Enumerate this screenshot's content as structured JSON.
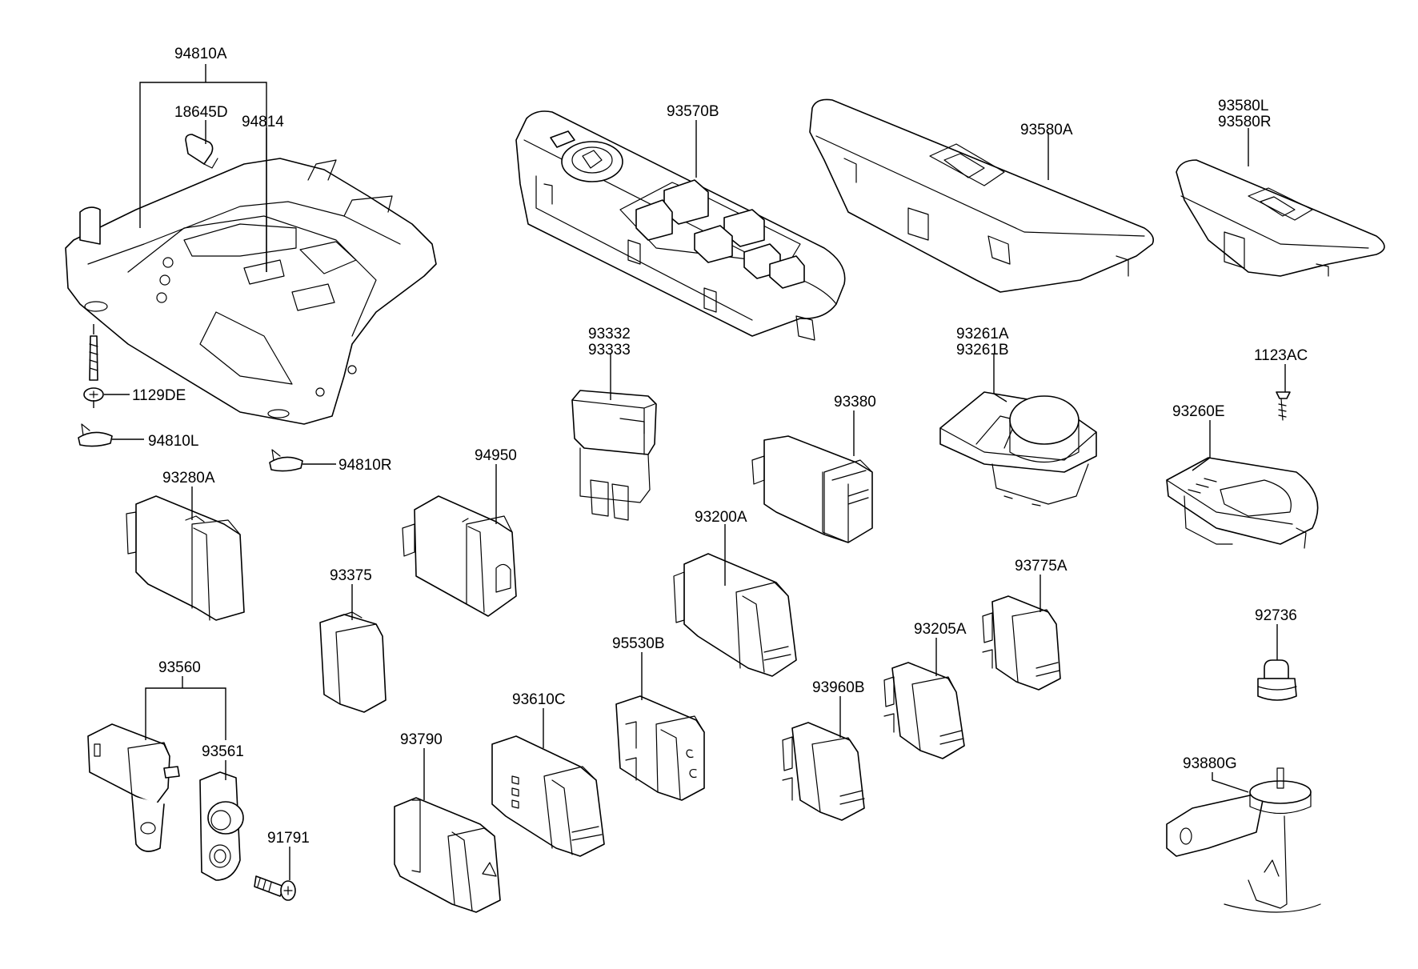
{
  "labels": {
    "p94810A": "94810A",
    "p18645D": "18645D",
    "p94814": "94814",
    "p1129DE": "1129DE",
    "p94810L": "94810L",
    "p94810R": "94810R",
    "p93570B": "93570B",
    "p93580A": "93580A",
    "p93580L": "93580L",
    "p93580R": "93580R",
    "p93332": "93332",
    "p93333": "93333",
    "p93261A": "93261A",
    "p93261B": "93261B",
    "p1123AC": "1123AC",
    "p93380": "93380",
    "p93260E": "93260E",
    "p94950": "94950",
    "p93280A": "93280A",
    "p93200A": "93200A",
    "p93375": "93375",
    "p93775A": "93775A",
    "p95530B": "95530B",
    "p93205A": "93205A",
    "p92736": "92736",
    "p93560": "93560",
    "p93610C": "93610C",
    "p93960B": "93960B",
    "p93561": "93561",
    "p93790": "93790",
    "p93880G": "93880G",
    "p91791": "91791"
  }
}
